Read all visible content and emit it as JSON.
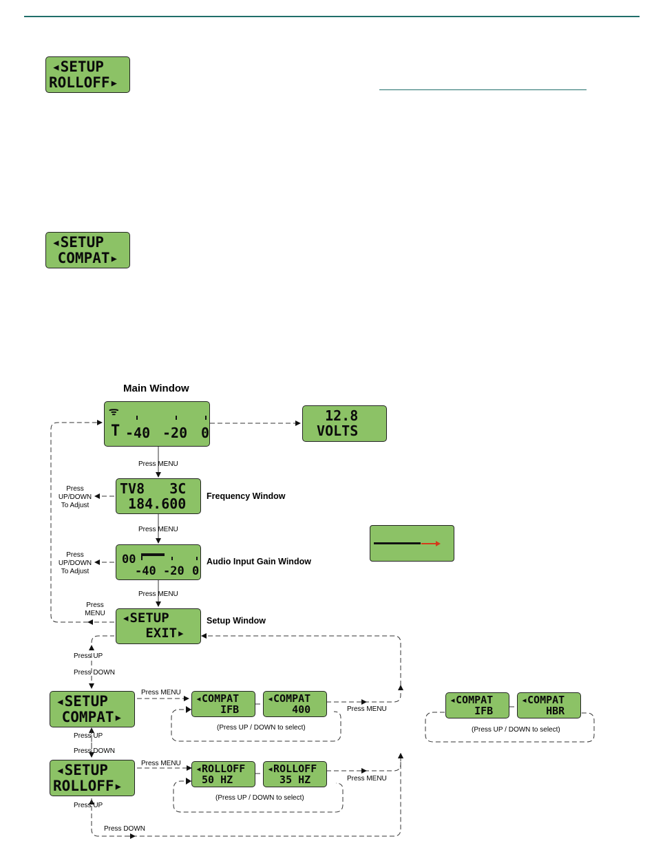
{
  "colors": {
    "rule": "#1f6e6a",
    "lcd_bg": "#8cc266",
    "legend_arrow": "#d43a1a"
  },
  "top_displays": [
    {
      "lines": [
        "◂SETUP",
        "ROLLOFF▸"
      ]
    },
    {
      "lines": [
        "◂SETUP",
        " COMPAT▸"
      ]
    }
  ],
  "diagram": {
    "main_title": "Main Window",
    "main_window": {
      "scale": [
        "-40",
        "-20",
        "0"
      ]
    },
    "volts_window": {
      "lines": [
        "  12.8",
        " VOLTS"
      ]
    },
    "frequency_window": {
      "lines": [
        "TV8   3C",
        " 184.600"
      ],
      "name": "Frequency Window"
    },
    "gain_window": {
      "left": "00",
      "scale": [
        "-40",
        "-20",
        "0"
      ],
      "name": "Audio Input Gain Window"
    },
    "setup_window": {
      "lines": [
        "◂SETUP",
        "   EXIT▸"
      ],
      "name": "Setup Window"
    },
    "setup_compat": {
      "lines": [
        "◂SETUP",
        " COMPAT▸"
      ]
    },
    "setup_rolloff": {
      "lines": [
        "◂SETUP",
        "ROLLOFF▸"
      ]
    },
    "compat_options": [
      {
        "lines": [
          "◂COMPAT",
          "    IFB"
        ]
      },
      {
        "lines": [
          "◂COMPAT",
          "    400"
        ]
      }
    ],
    "rolloff_options": [
      {
        "lines": [
          "◂ROLLOFF",
          " 50 HZ"
        ]
      },
      {
        "lines": [
          "◂ROLLOFF",
          "  35 HZ"
        ]
      }
    ],
    "compat_options_alt": [
      {
        "lines": [
          "◂COMPAT",
          "    IFB"
        ]
      },
      {
        "lines": [
          "◂COMPAT",
          "    HBR"
        ]
      }
    ],
    "labels": {
      "press_menu_1": "Press   MENU",
      "press_menu_2": "Press   MENU",
      "press_menu_3": "Press   MENU",
      "press_updown_adjust_1": [
        "Press",
        "UP/DOWN",
        "To Adjust"
      ],
      "press_updown_adjust_2": [
        "Press",
        "UP/DOWN",
        "To Adjust"
      ],
      "press_menu_back": [
        "Press",
        "MENU"
      ],
      "press_up_1": "Press   UP",
      "press_down_1": "Press   DOWN",
      "press_up_2": "Press   UP",
      "press_down_2": "Press   DOWN",
      "press_up_3": "Press   UP",
      "press_down_bottom": "Press DOWN",
      "press_menu_compat": "Press MENU",
      "press_menu_rolloff": "Press MENU",
      "press_menu_right_1": "Press MENU",
      "press_menu_right_2": "Press MENU",
      "select_1": "(Press UP / DOWN to select)",
      "select_2": "(Press UP / DOWN to select)",
      "select_3": "(Press UP / DOWN to select)"
    }
  }
}
